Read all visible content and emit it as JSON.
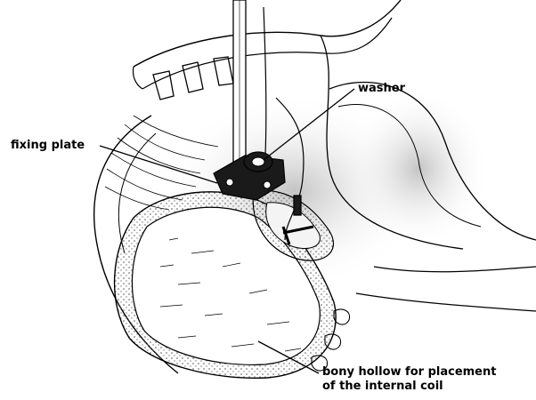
{
  "labels": {
    "washer": "washer",
    "fixing_plate": "fixing plate",
    "bony_hollow_line1": "bony hollow for placement",
    "bony_hollow_line2": "of the internal coil"
  },
  "colors": {
    "ink": "#000000",
    "paper": "#ffffff",
    "shade": "#cfcfcf",
    "dark_part": "#1a1a1a"
  }
}
